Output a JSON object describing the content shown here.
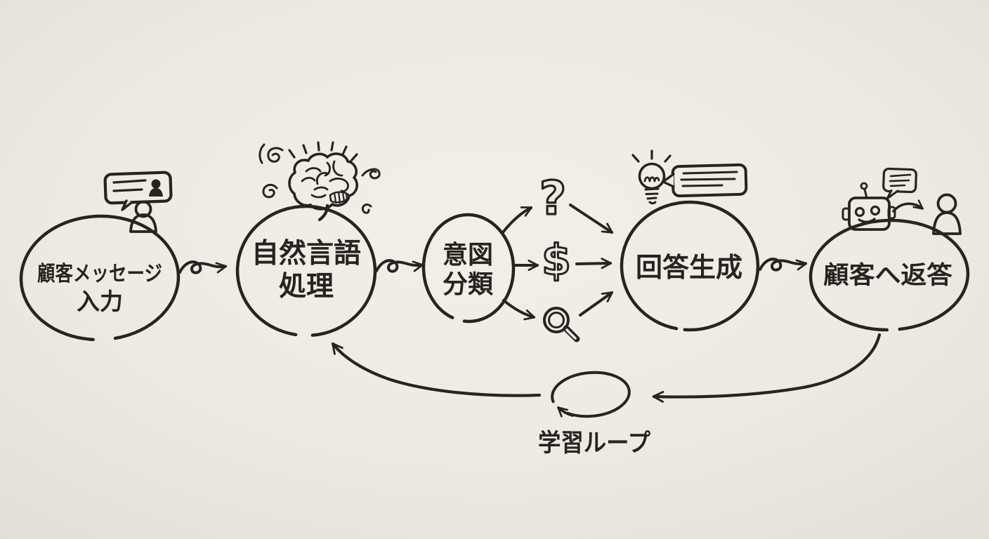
{
  "palette": {
    "paper": "#edeae3",
    "paper_bright": "#f2efe8",
    "paper_edge": "#e1ded5",
    "ink": "#272420"
  },
  "nodes": [
    {
      "id": "customer-message-input",
      "lines": [
        "顧客メッセージ",
        "入力"
      ]
    },
    {
      "id": "natural-language-processing",
      "lines": [
        "自然言語",
        "処理"
      ]
    },
    {
      "id": "intent-classification",
      "lines": [
        "意図",
        "分類"
      ]
    },
    {
      "id": "answer-generation",
      "lines": [
        "回答生成"
      ]
    },
    {
      "id": "reply-to-customer",
      "lines": [
        "顧客へ返答"
      ]
    }
  ],
  "branches": {
    "question_glyph": "?",
    "dollar_glyph": "$"
  },
  "loop": {
    "label": "学習ループ"
  },
  "icons": [
    "user-speech-bubble-icon",
    "user-icon",
    "brain-icon",
    "question-mark-icon",
    "dollar-icon",
    "magnifier-icon",
    "lightbulb-icon",
    "speech-lines-bubble-icon",
    "robot-icon",
    "robot-speech-bubble-icon",
    "loop-arrow-icon"
  ]
}
